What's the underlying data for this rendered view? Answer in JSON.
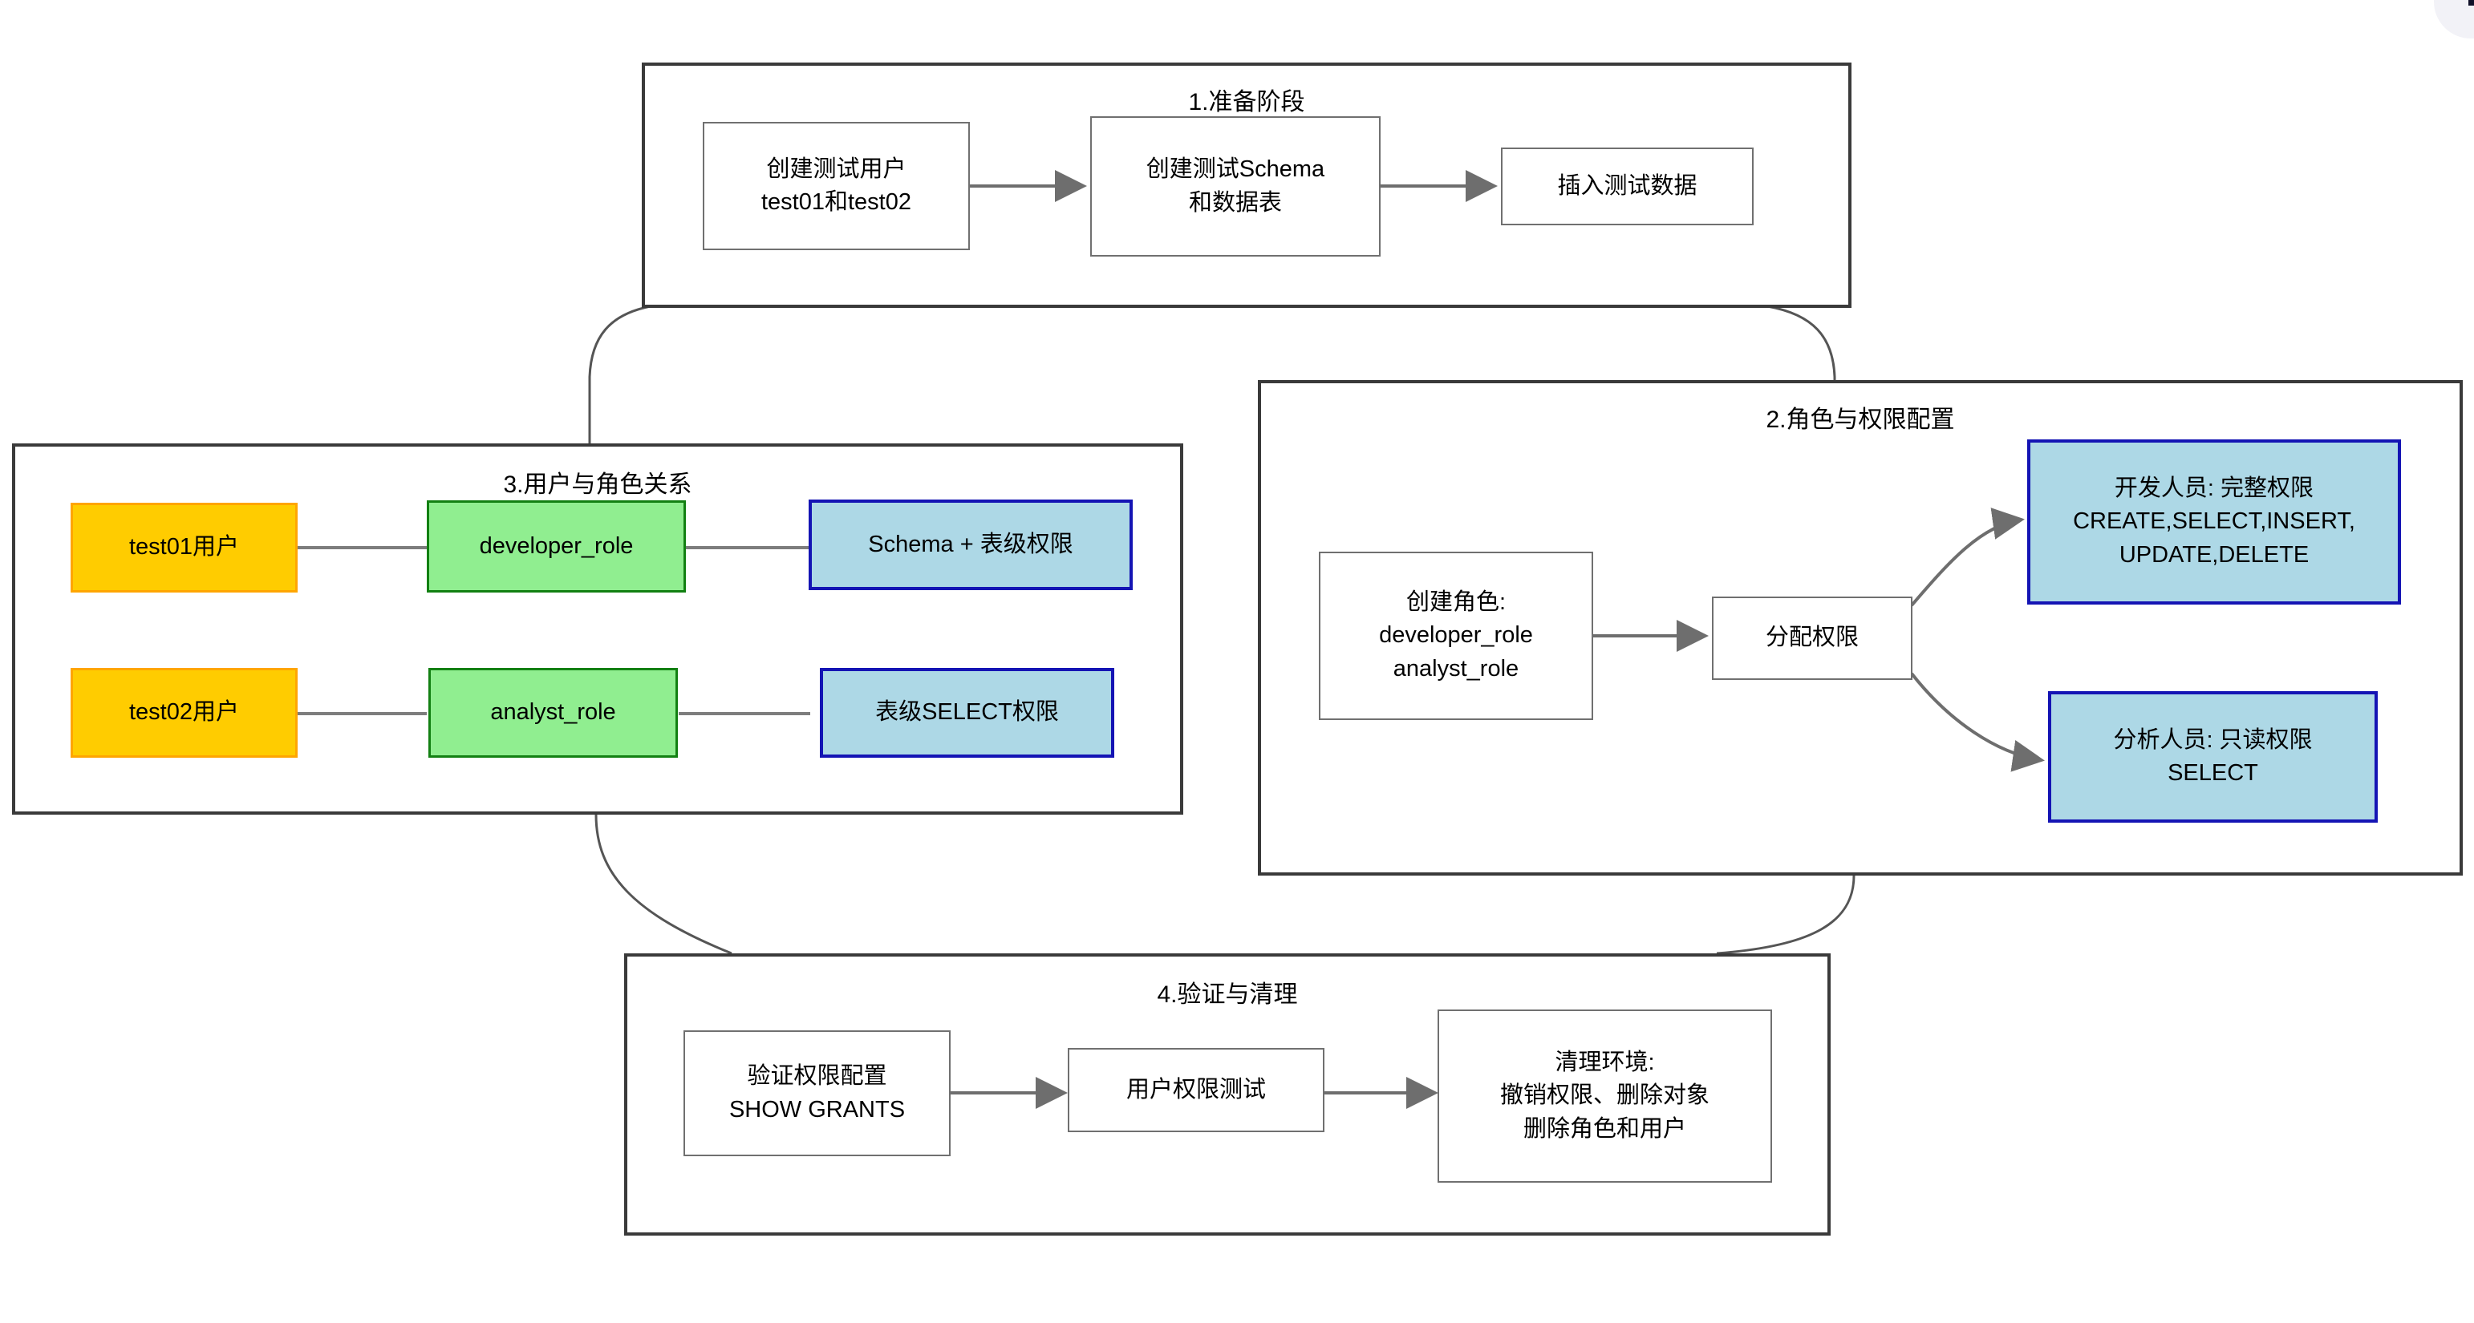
{
  "diagram": {
    "title_note": "Database user, role and privilege management workflow",
    "colors": {
      "frame": "#3a3a3a",
      "edge": "#6e6e6e",
      "node_plain_border": "#707070",
      "node_plain_fill": "#ffffff",
      "user_fill": "#ffcc00",
      "user_border": "#ffa500",
      "role_fill": "#90ee90",
      "role_border": "#128012",
      "privilege_fill": "#add8e6",
      "privilege_border": "#1414b4"
    },
    "clusters": [
      {
        "id": "c1",
        "title": "1.准备阶段"
      },
      {
        "id": "c2",
        "title": "2.角色与权限配置"
      },
      {
        "id": "c3",
        "title": "3.用户与角色关系"
      },
      {
        "id": "c4",
        "title": "4.验证与清理"
      }
    ],
    "nodes": {
      "c1": [
        {
          "id": "n1",
          "label": "创建测试用户\ntest01和test02"
        },
        {
          "id": "n2",
          "label": "创建测试Schema\n和数据表"
        },
        {
          "id": "n3",
          "label": "插入测试数据"
        }
      ],
      "c2": [
        {
          "id": "n4",
          "label": "创建角色:\ndeveloper_role\nanalyst_role"
        },
        {
          "id": "n5",
          "label": "分配权限"
        },
        {
          "id": "n6",
          "label": "开发人员: 完整权限\nCREATE,SELECT,INSERT,\nUPDATE,DELETE"
        },
        {
          "id": "n7",
          "label": "分析人员: 只读权限\nSELECT"
        }
      ],
      "c3": [
        {
          "id": "n8",
          "label": "test01用户"
        },
        {
          "id": "n9",
          "label": "developer_role"
        },
        {
          "id": "n10",
          "label": "Schema + 表级权限"
        },
        {
          "id": "n11",
          "label": "test02用户"
        },
        {
          "id": "n12",
          "label": "analyst_role"
        },
        {
          "id": "n13",
          "label": "表级SELECT权限"
        }
      ],
      "c4": [
        {
          "id": "n14",
          "label": "验证权限配置\nSHOW GRANTS"
        },
        {
          "id": "n15",
          "label": "用户权限测试"
        },
        {
          "id": "n16",
          "label": "清理环境:\n撤销权限、删除对象\n删除角色和用户"
        }
      ]
    },
    "edges": [
      {
        "from": "n1",
        "to": "n2",
        "kind": "arrow"
      },
      {
        "from": "n2",
        "to": "n3",
        "kind": "arrow"
      },
      {
        "from": "n4",
        "to": "n5",
        "kind": "arrow"
      },
      {
        "from": "n5",
        "to": "n6",
        "kind": "arrow-curve"
      },
      {
        "from": "n5",
        "to": "n7",
        "kind": "arrow-curve"
      },
      {
        "from": "n8",
        "to": "n9",
        "kind": "line"
      },
      {
        "from": "n9",
        "to": "n10",
        "kind": "line"
      },
      {
        "from": "n11",
        "to": "n12",
        "kind": "line"
      },
      {
        "from": "n12",
        "to": "n13",
        "kind": "line"
      },
      {
        "from": "n14",
        "to": "n15",
        "kind": "arrow"
      },
      {
        "from": "n15",
        "to": "n16",
        "kind": "arrow"
      },
      {
        "from": "c1",
        "to": "c3",
        "kind": "cluster-link"
      },
      {
        "from": "c1",
        "to": "c2",
        "kind": "cluster-link"
      },
      {
        "from": "c3",
        "to": "c4",
        "kind": "cluster-link"
      },
      {
        "from": "c2",
        "to": "c4",
        "kind": "cluster-link"
      }
    ]
  }
}
